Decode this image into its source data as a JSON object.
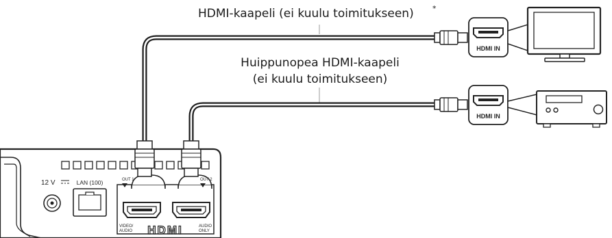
{
  "captions": {
    "hdmi_cable": "HDMI-kaapeli (ei kuulu toimitukseen)",
    "hdmi_cable_mark": "*",
    "highspeed_line1": "Huippunopea HDMI-kaapeli",
    "highspeed_line2": "(ei kuulu toimitukseen)"
  },
  "tv": {
    "input_label": "HDMI IN"
  },
  "receiver": {
    "input_label": "HDMI IN"
  },
  "player": {
    "power_label": "12 V",
    "lan_label": "LAN (100)",
    "out1_label": "OUT 1",
    "out2_label": "OUT 2",
    "video_audio_label_1": "VIDEO/",
    "video_audio_label_2": "AUDIO",
    "audio_only_label_1": "AUDIO",
    "audio_only_label_2": "ONLY",
    "hdmi_logo": "HDMI"
  }
}
